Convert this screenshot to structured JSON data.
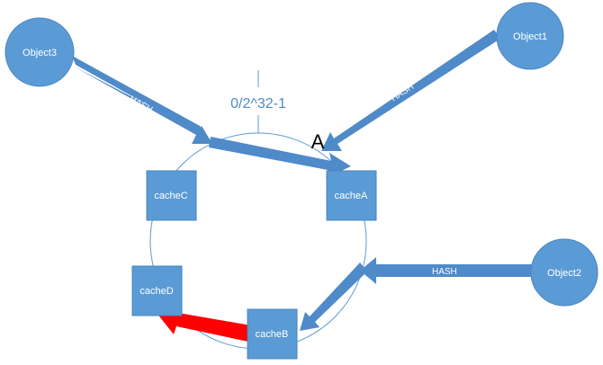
{
  "colors": {
    "node_fill": "#5b9bd5",
    "node_stroke": "#4a86c0",
    "arrow_fill": "#4f8ac9",
    "ring_stroke": "#5b9bd5",
    "highlight_arrow": "#ff0000",
    "ring_label": "#4f8ac9",
    "point_label": "#000000"
  },
  "ring_label": "0/2^32-1",
  "point_label": "A",
  "objects": {
    "object1": "Object1",
    "object2": "Object2",
    "object3": "Object3"
  },
  "caches": {
    "a": "cacheA",
    "b": "cacheB",
    "c": "cacheC",
    "d": "cacheD"
  },
  "arrows": {
    "object3_hash": "HASH",
    "object1_hash": "HASH",
    "object2_hash": "HASH"
  }
}
